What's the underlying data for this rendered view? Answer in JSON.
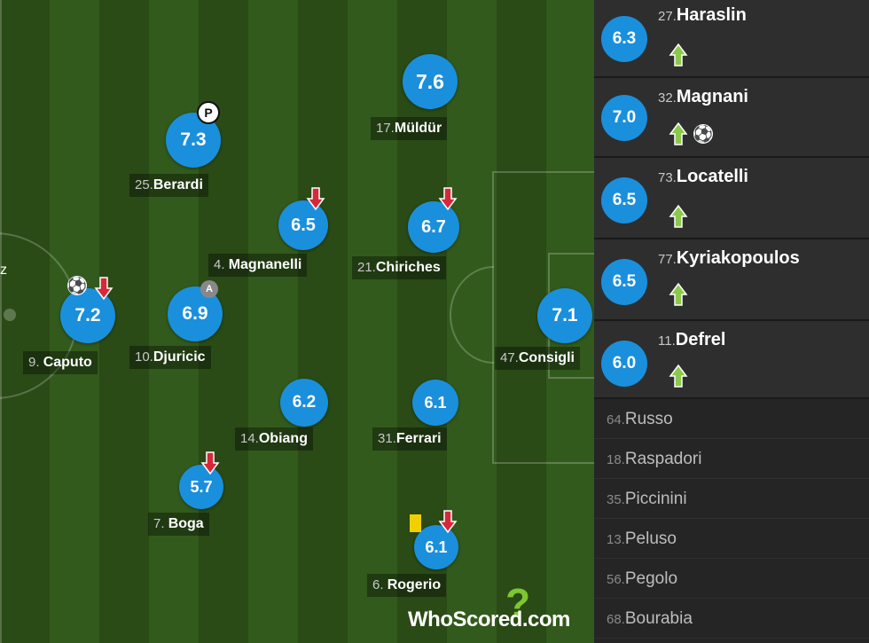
{
  "players": [
    {
      "id": "berardi",
      "number": "25.",
      "name": "Berardi",
      "rating": "7.3",
      "icons": [
        "penalty-icon"
      ]
    },
    {
      "id": "muldur",
      "number": "17.",
      "name": "Müldür",
      "rating": "7.6",
      "icons": []
    },
    {
      "id": "magnanelli",
      "number": "4. ",
      "name": "Magnanelli",
      "rating": "6.5",
      "icons": [
        "sub-off-arrow"
      ]
    },
    {
      "id": "chiriches",
      "number": "21.",
      "name": "Chiriches",
      "rating": "6.7",
      "icons": [
        "sub-off-arrow"
      ]
    },
    {
      "id": "caputo",
      "number": "9. ",
      "name": "Caputo",
      "rating": "7.2",
      "icons": [
        "goal-ball-icon",
        "sub-off-arrow"
      ]
    },
    {
      "id": "djuricic",
      "number": "10.",
      "name": "Djuricic",
      "rating": "6.9",
      "icons": [
        "assist-icon"
      ]
    },
    {
      "id": "consigli",
      "number": "47.",
      "name": "Consigli",
      "rating": "7.1",
      "icons": []
    },
    {
      "id": "obiang",
      "number": "14.",
      "name": "Obiang",
      "rating": "6.2",
      "icons": []
    },
    {
      "id": "ferrari",
      "number": "31.",
      "name": "Ferrari",
      "rating": "6.1",
      "icons": []
    },
    {
      "id": "boga",
      "number": "7. ",
      "name": "Boga",
      "rating": "5.7",
      "icons": [
        "sub-off-arrow"
      ]
    },
    {
      "id": "rogerio",
      "number": "6. ",
      "name": "Rogerio",
      "rating": "6.1",
      "icons": [
        "yellow-card-icon",
        "sub-off-arrow"
      ]
    }
  ],
  "pitch_edge_letter": "z",
  "assist_badge_letter": "A",
  "penalty_badge_letter": "P",
  "subs_used": [
    {
      "number": "27.",
      "name": "Haraslin",
      "rating": "6.3",
      "icons": [
        "sub-on-arrow"
      ]
    },
    {
      "number": "32.",
      "name": "Magnani",
      "rating": "7.0",
      "icons": [
        "sub-on-arrow",
        "goal-ball-icon"
      ]
    },
    {
      "number": "73.",
      "name": "Locatelli",
      "rating": "6.5",
      "icons": [
        "sub-on-arrow"
      ]
    },
    {
      "number": "77.",
      "name": "Kyriakopoulos",
      "rating": "6.5",
      "icons": [
        "sub-on-arrow"
      ]
    },
    {
      "number": "11.",
      "name": "Defrel",
      "rating": "6.0",
      "icons": [
        "sub-on-arrow"
      ]
    }
  ],
  "subs_unused": [
    {
      "number": "64.",
      "name": "Russo"
    },
    {
      "number": "18.",
      "name": "Raspadori"
    },
    {
      "number": "35.",
      "name": "Piccinini"
    },
    {
      "number": "13.",
      "name": "Peluso"
    },
    {
      "number": "56.",
      "name": "Pegolo"
    },
    {
      "number": "68.",
      "name": "Bourabia"
    }
  ],
  "brand": {
    "name": "WhoScored",
    "suffix": ".com",
    "mark": "?"
  },
  "colors": {
    "rating_bubble": "#1a8fdc",
    "sub_on": "#8cc94a",
    "sub_off": "#d62839",
    "yellow_card": "#f2d000"
  }
}
